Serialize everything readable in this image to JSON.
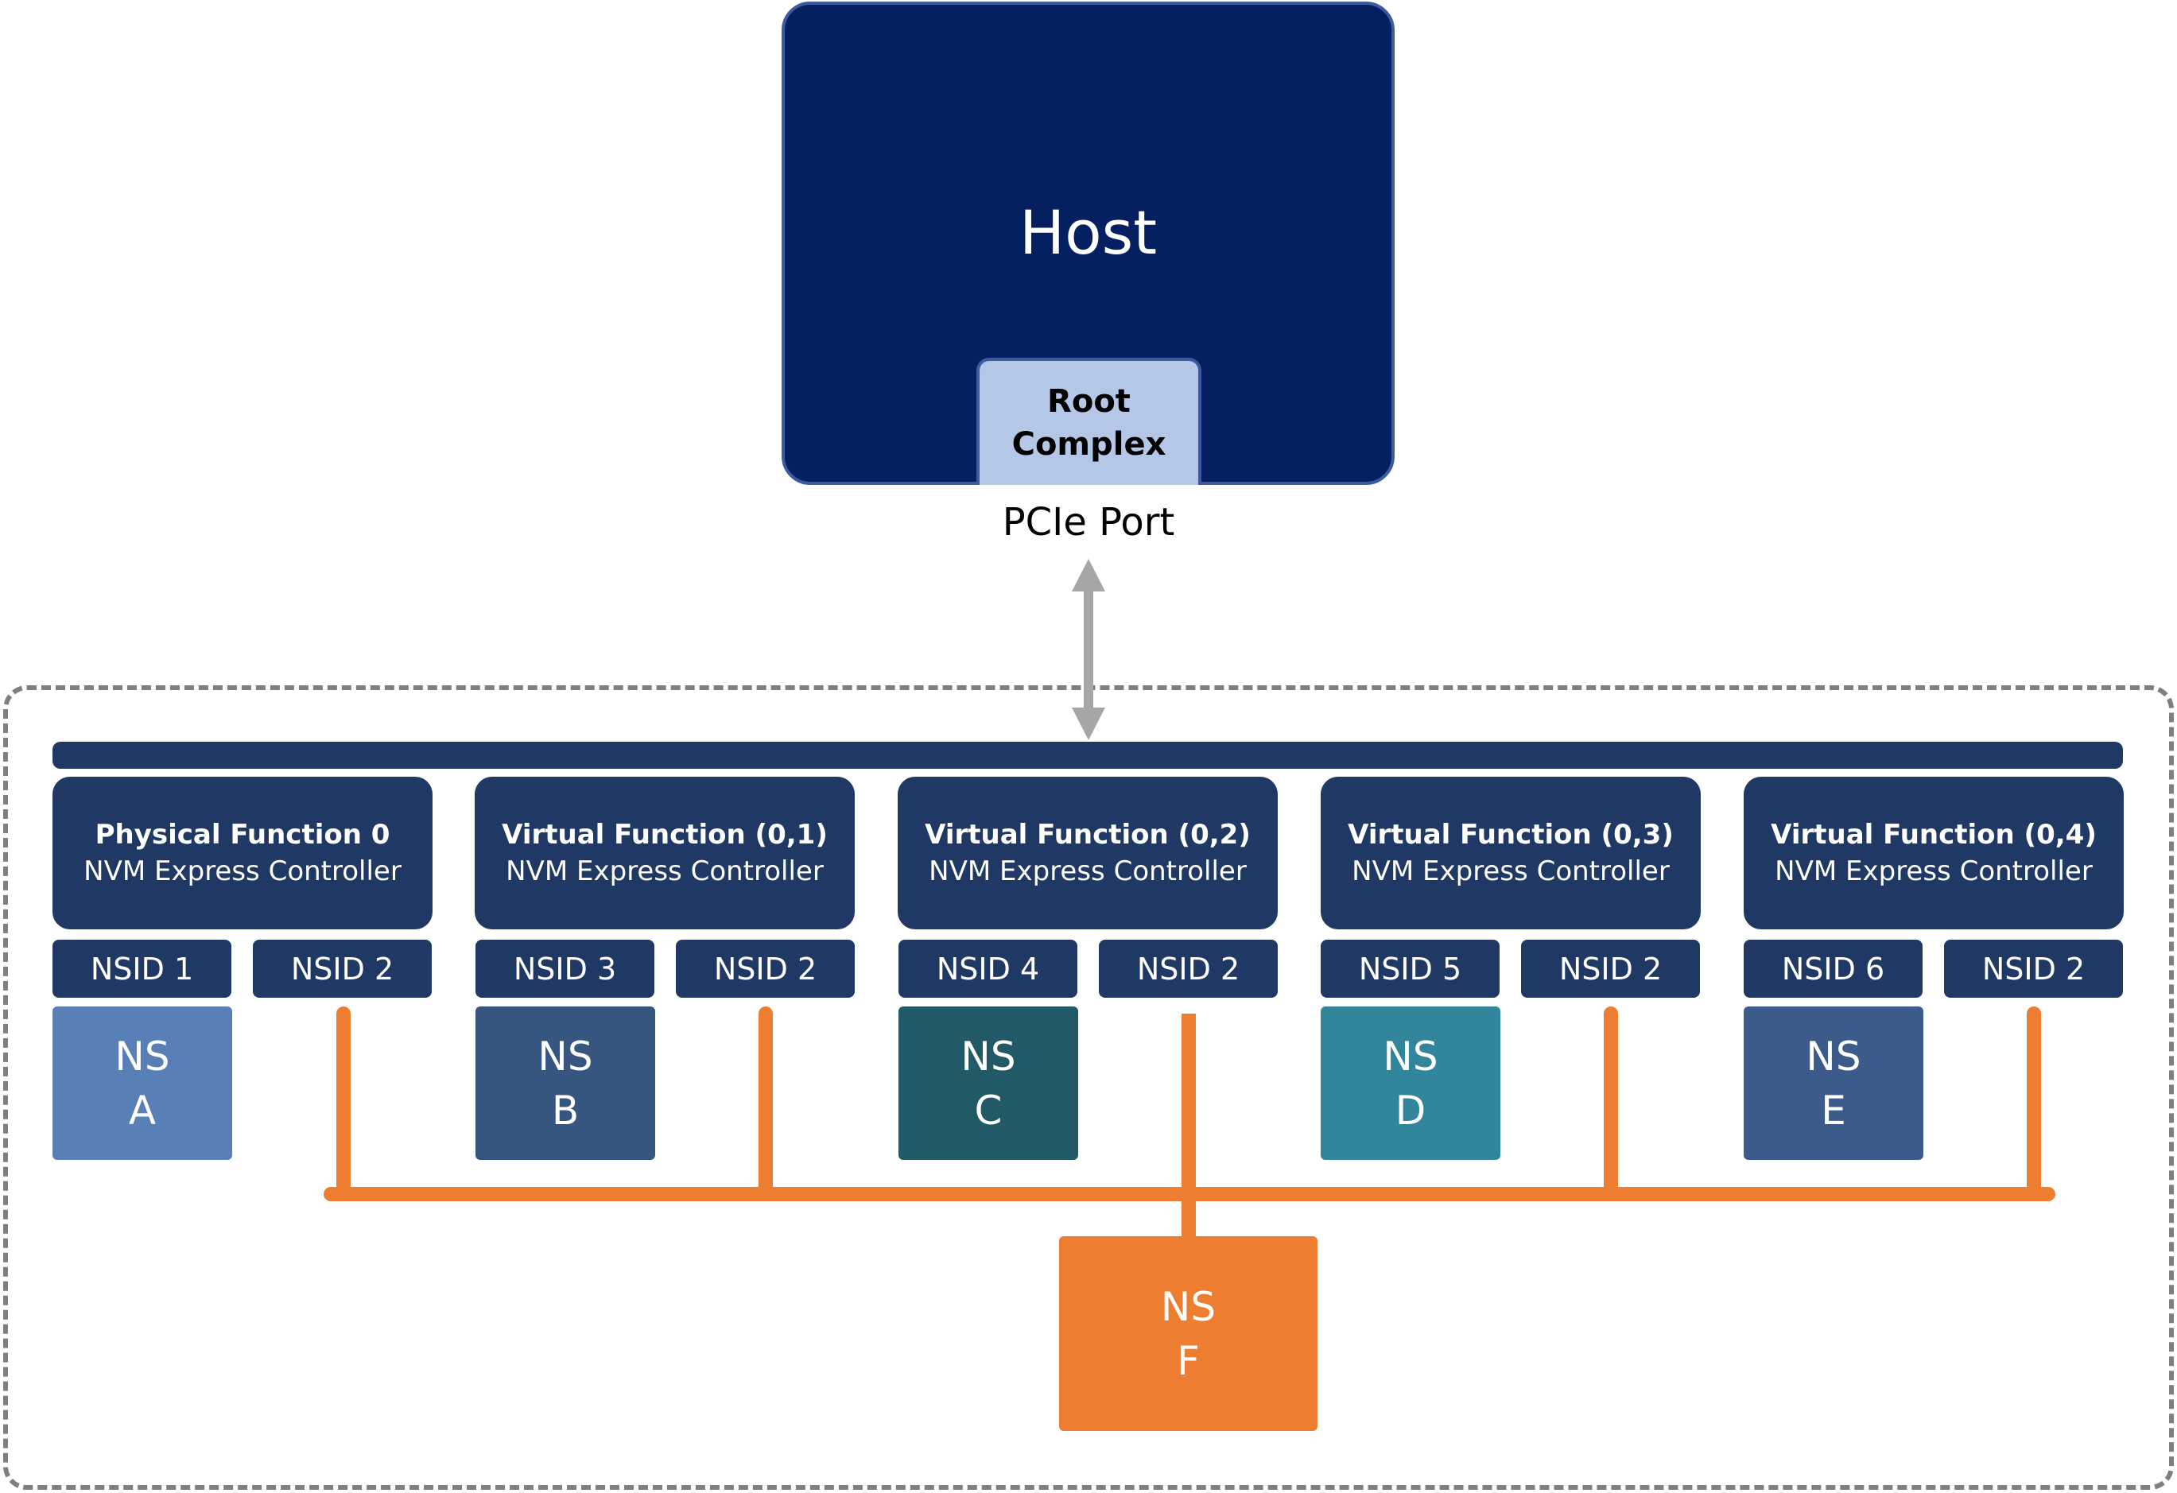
{
  "host": {
    "title": "Host",
    "root_line1": "Root",
    "root_line2": "Complex",
    "port_label": "PCIe Port"
  },
  "functions": [
    {
      "title": "Physical Function 0",
      "subtitle": "NVM Express Controller",
      "nsid_a": "NSID 1",
      "nsid_b": "NSID 2",
      "ns_line1": "NS",
      "ns_line2": "A",
      "ns_color": "#5880b6"
    },
    {
      "title": "Virtual Function (0,1)",
      "subtitle": "NVM Express Controller",
      "nsid_a": "NSID 3",
      "nsid_b": "NSID 2",
      "ns_line1": "NS",
      "ns_line2": "B",
      "ns_color": "#36557f"
    },
    {
      "title": "Virtual Function (0,2)",
      "subtitle": "NVM Express Controller",
      "nsid_a": "NSID 4",
      "nsid_b": "NSID 2",
      "ns_line1": "NS",
      "ns_line2": "C",
      "ns_color": "#215967"
    },
    {
      "title": "Virtual Function (0,3)",
      "subtitle": "NVM Express Controller",
      "nsid_a": "NSID 5",
      "nsid_b": "NSID 2",
      "ns_line1": "NS",
      "ns_line2": "D",
      "ns_color": "#31869b"
    },
    {
      "title": "Virtual Function (0,4)",
      "subtitle": "NVM Express Controller",
      "nsid_a": "NSID 6",
      "nsid_b": "NSID 2",
      "ns_line1": "NS",
      "ns_line2": "E",
      "ns_color": "#3c5b8a"
    }
  ],
  "shared_ns": {
    "line1": "NS",
    "line2": "F",
    "color": "#ed7d31"
  },
  "colors": {
    "host": "#052060",
    "root_complex": "#b4c7e7",
    "controller": "#203864",
    "shared_link": "#ed7d31",
    "arrow": "#a6a6a6",
    "frame": "#7f7f7f"
  }
}
